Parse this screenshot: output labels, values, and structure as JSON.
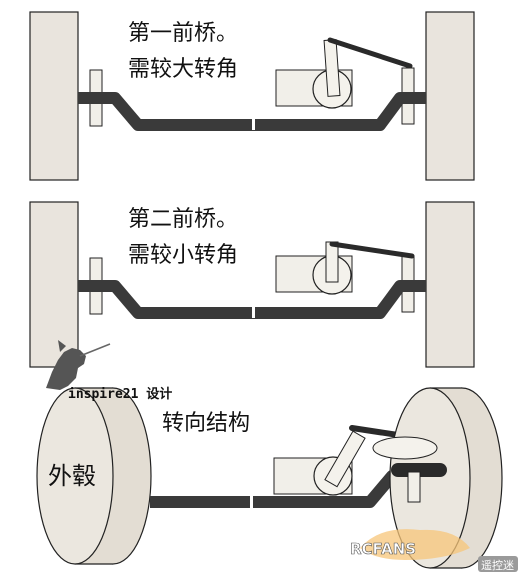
{
  "panel1": {
    "line1": "第一前桥。",
    "line2": "需较大转角"
  },
  "panel2": {
    "line1": "第二前桥。",
    "line2": "需较小转角"
  },
  "panel3": {
    "credit": "inspire21 设计",
    "title": "转向结构",
    "wheel_label": "外毂"
  },
  "watermark": {
    "brand": "RCFANS",
    "badge": "遥控迷"
  }
}
